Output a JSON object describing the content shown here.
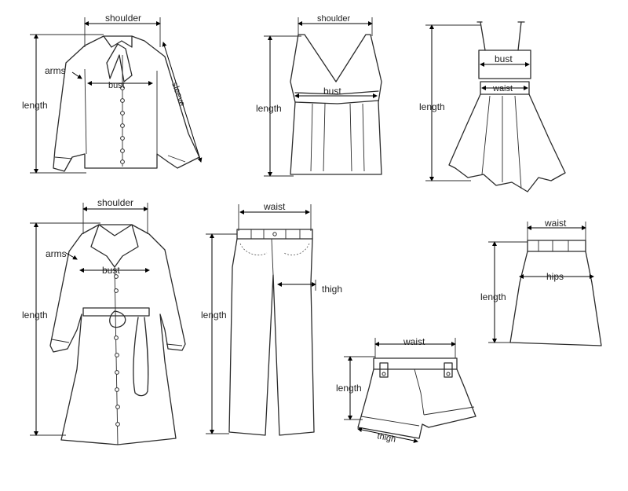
{
  "labels": {
    "shirt": {
      "shoulder": "shoulder",
      "arms": "arms",
      "bust": "bust",
      "sleeve": "sleeve",
      "length": "length"
    },
    "vest": {
      "shoulder": "shoulder",
      "bust": "bust",
      "length": "length"
    },
    "dress": {
      "bust": "bust",
      "waist": "waist",
      "length": "length"
    },
    "coat": {
      "shoulder": "shoulder",
      "arms": "arms",
      "bust": "bust",
      "length": "length"
    },
    "pants": {
      "waist": "waist",
      "thigh": "thigh",
      "length": "length"
    },
    "skirt": {
      "waist": "waist",
      "hips": "hips",
      "length": "length"
    },
    "shorts": {
      "waist": "waist",
      "length": "length",
      "thigh": "thigh"
    }
  },
  "colors": {
    "line": "#2b2b2b",
    "dimension": "#000000",
    "background": "#ffffff"
  }
}
